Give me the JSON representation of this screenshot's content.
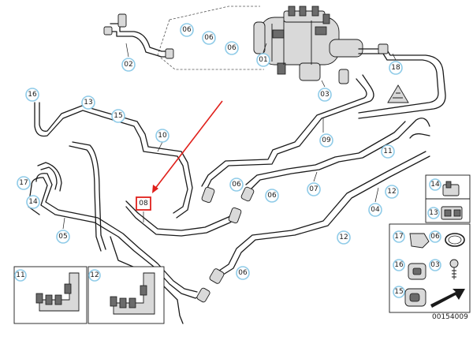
{
  "diagram_id": "00154009",
  "highlight_color": "#e0201b",
  "callout_ring_color": "#8fcbe8",
  "callouts": [
    {
      "key": "c01",
      "label": "01",
      "style": "ring"
    },
    {
      "key": "c02",
      "label": "02",
      "style": "ring"
    },
    {
      "key": "c03",
      "label": "03",
      "style": "ring"
    },
    {
      "key": "c04",
      "label": "04",
      "style": "ring"
    },
    {
      "key": "c05",
      "label": "05",
      "style": "ring"
    },
    {
      "key": "c06a",
      "label": "06",
      "style": "ring"
    },
    {
      "key": "c06b",
      "label": "06",
      "style": "ring"
    },
    {
      "key": "c06c",
      "label": "06",
      "style": "ring"
    },
    {
      "key": "c06d",
      "label": "06",
      "style": "ring"
    },
    {
      "key": "c06e",
      "label": "06",
      "style": "ring"
    },
    {
      "key": "c06f",
      "label": "06",
      "style": "ring"
    },
    {
      "key": "c07",
      "label": "07",
      "style": "ring"
    },
    {
      "key": "c08",
      "label": "08",
      "style": "highlight"
    },
    {
      "key": "c09",
      "label": "09",
      "style": "ring"
    },
    {
      "key": "c10",
      "label": "10",
      "style": "ring"
    },
    {
      "key": "c11",
      "label": "11",
      "style": "ring"
    },
    {
      "key": "c12a",
      "label": "12",
      "style": "ring"
    },
    {
      "key": "c12b",
      "label": "12",
      "style": "ring"
    },
    {
      "key": "c13",
      "label": "13",
      "style": "ring"
    },
    {
      "key": "c14",
      "label": "14",
      "style": "ring"
    },
    {
      "key": "c15",
      "label": "15",
      "style": "ring"
    },
    {
      "key": "c16",
      "label": "16",
      "style": "ring"
    },
    {
      "key": "c17",
      "label": "17",
      "style": "ring"
    },
    {
      "key": "c18",
      "label": "18",
      "style": "ring"
    }
  ],
  "inset_bottom": [
    {
      "key": "i11",
      "label": "11"
    },
    {
      "key": "i12",
      "label": "12"
    }
  ],
  "inset_right": [
    {
      "key": "r14",
      "label": "14"
    },
    {
      "key": "r13",
      "label": "13"
    },
    {
      "key": "r17",
      "label": "17"
    },
    {
      "key": "r06",
      "label": "06"
    },
    {
      "key": "r16",
      "label": "16"
    },
    {
      "key": "r03",
      "label": "03"
    },
    {
      "key": "r15",
      "label": "15"
    }
  ]
}
